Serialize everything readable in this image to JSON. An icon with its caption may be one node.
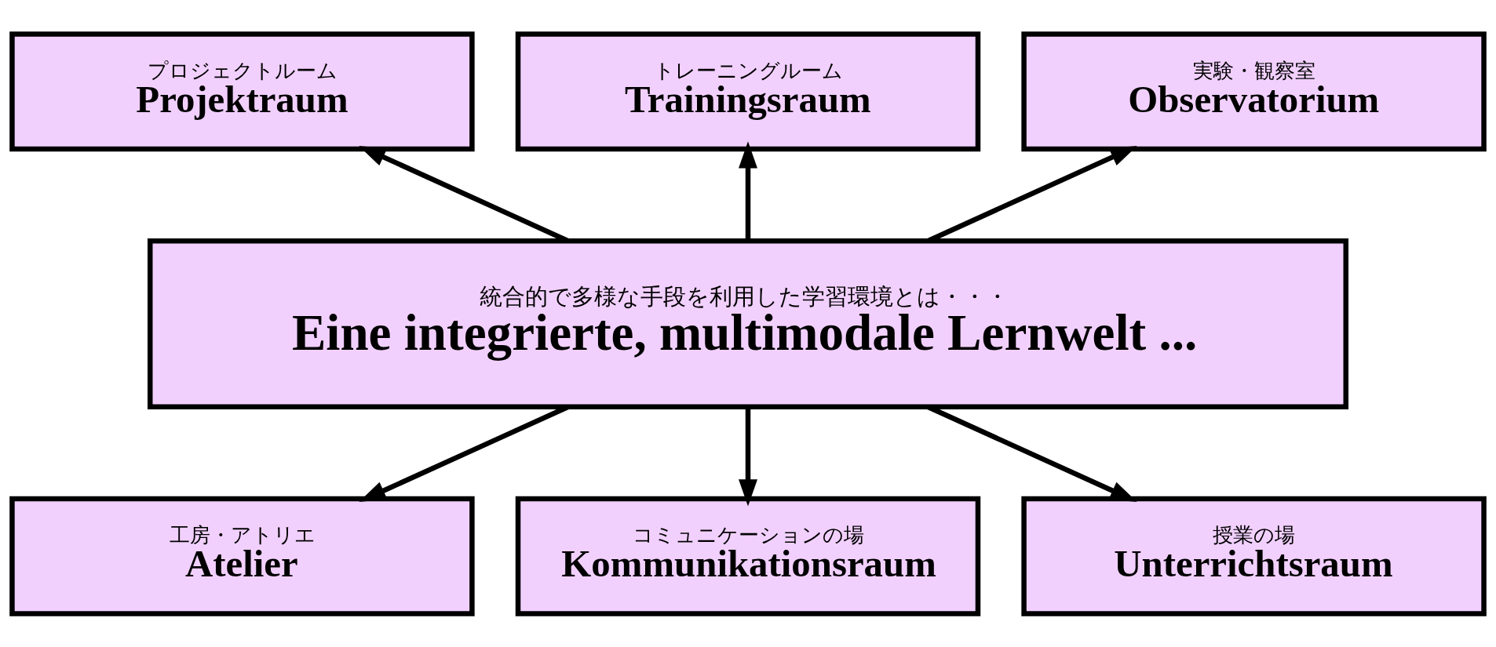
{
  "diagram": {
    "nodes": [
      {
        "text": [
          "統合的で多様な手段を利用した学習環境とは・・・",
          "Eine integrierte, multimodale Lernwelt ..."
        ]
      },
      {
        "text": [
          "プロジェクトルーム",
          "Projektraum"
        ]
      },
      {
        "text": [
          "トレーニングルーム",
          "Trainingsraum"
        ]
      },
      {
        "text": [
          "実験・観察室",
          "Observatorium"
        ]
      },
      {
        "text": [
          "工房・アトリエ",
          "Atelier"
        ]
      },
      {
        "text": [
          "コミュニケーションの場",
          "Kommunikationsraum"
        ]
      },
      {
        "text": [
          "授業の場",
          "Unterrichtsraum"
        ]
      }
    ],
    "edges": [
      {
        "from": 0,
        "to": 1,
        "arrow": "to"
      },
      {
        "from": 0,
        "to": 2,
        "arrow": "to"
      },
      {
        "from": 0,
        "to": 3,
        "arrow": "to"
      },
      {
        "from": 0,
        "to": 4,
        "arrow": "to"
      },
      {
        "from": 0,
        "to": 5,
        "arrow": "to"
      },
      {
        "from": 0,
        "to": 6,
        "arrow": "to"
      }
    ]
  }
}
